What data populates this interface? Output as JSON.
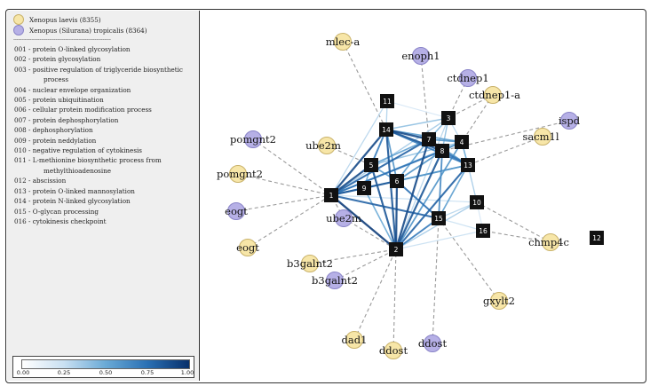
{
  "species": [
    {
      "label": "Xenopus laevis (8355)",
      "color": "#f7e6a8",
      "stroke": "#c9b26a"
    },
    {
      "label": "Xenopus (Silurana) tropicalis (8364)",
      "color": "#b6b0e6",
      "stroke": "#8a84c8"
    }
  ],
  "separator": "------------------------------------------------------------",
  "terms": [
    {
      "id": "001",
      "name": "protein O-linked glycosylation"
    },
    {
      "id": "002",
      "name": "protein glycosylation"
    },
    {
      "id": "003",
      "name": "positive regulation of triglyceride biosynthetic",
      "cont": "process"
    },
    {
      "id": "004",
      "name": "nuclear envelope organization"
    },
    {
      "id": "005",
      "name": "protein ubiquitination"
    },
    {
      "id": "006",
      "name": "cellular protein modification process"
    },
    {
      "id": "007",
      "name": "protein dephosphorylation"
    },
    {
      "id": "008",
      "name": "dephosphorylation"
    },
    {
      "id": "009",
      "name": "protein neddylation"
    },
    {
      "id": "010",
      "name": "negative regulation of cytokinesis"
    },
    {
      "id": "011",
      "name": "L-methionine biosynthetic process from",
      "cont": "methylthioadenosine"
    },
    {
      "id": "012",
      "name": "abscission"
    },
    {
      "id": "013",
      "name": "protein O-linked mannosylation"
    },
    {
      "id": "014",
      "name": "protein N-linked glycosylation"
    },
    {
      "id": "015",
      "name": "O-glycan processing"
    },
    {
      "id": "016",
      "name": "cytokinesis checkpoint"
    }
  ],
  "scale": {
    "ticks": [
      "0.00",
      "0.25",
      "0.50",
      "0.75",
      "1.00"
    ],
    "colors": [
      "#ffffff",
      "#08306b"
    ]
  },
  "network": {
    "genes": [
      {
        "name": "mlec-a",
        "sp": 0
      },
      {
        "name": "enoph1",
        "sp": 1
      },
      {
        "name": "ctdnep1",
        "sp": 1
      },
      {
        "name": "ctdnep1-a",
        "sp": 0
      },
      {
        "name": "ispd",
        "sp": 1
      },
      {
        "name": "sacm1l",
        "sp": 0
      },
      {
        "name": "pomgnt2",
        "sp": 1
      },
      {
        "name": "ube2m",
        "sp": 0
      },
      {
        "name": "pomgnt2",
        "sp": 0
      },
      {
        "name": "eogt",
        "sp": 1
      },
      {
        "name": "ube2m",
        "sp": 1
      },
      {
        "name": "eogt",
        "sp": 0
      },
      {
        "name": "chmp4c",
        "sp": 0
      },
      {
        "name": "b3galnt2",
        "sp": 0
      },
      {
        "name": "b3galnt2",
        "sp": 1
      },
      {
        "name": "gxylt2",
        "sp": 0
      },
      {
        "name": "dad1",
        "sp": 0
      },
      {
        "name": "ddost",
        "sp": 1
      },
      {
        "name": "ddost",
        "sp": 0
      }
    ],
    "terms": [
      "1",
      "2",
      "3",
      "4",
      "5",
      "6",
      "7",
      "8",
      "9",
      "10",
      "11",
      "12",
      "13",
      "14",
      "15",
      "16"
    ]
  }
}
